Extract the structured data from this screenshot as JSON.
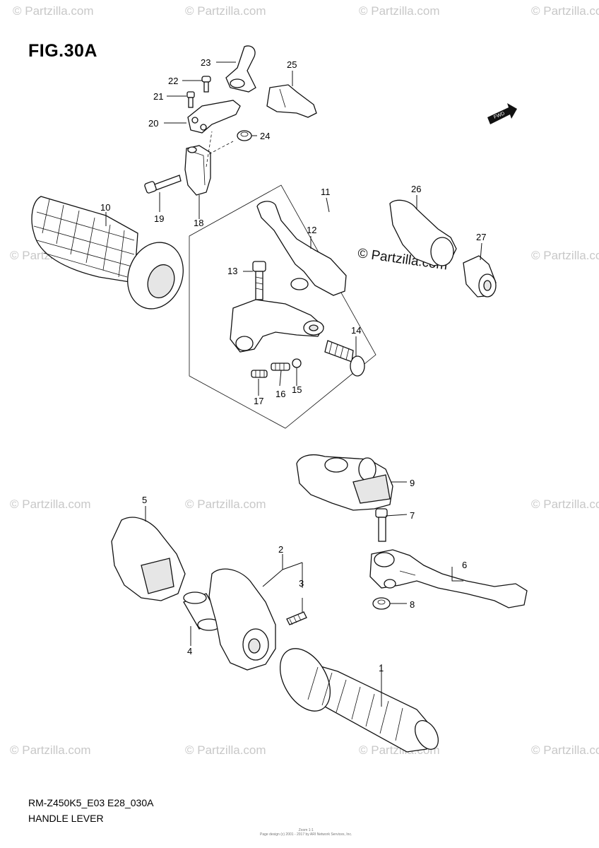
{
  "figure": {
    "title": "FIG.30A",
    "model_code": "RM-Z450K5_E03 E28_030A",
    "caption": "HANDLE LEVER",
    "copyright": "© Partzilla.com",
    "watermark": "© Partzilla.com",
    "fwd_label": "FWD",
    "fine_print": [
      "Zoom 1:1",
      "Page design (c) 2001 - 2017 by ARI Network Services, Inc."
    ]
  },
  "callouts": [
    "1",
    "2",
    "3",
    "4",
    "5",
    "6",
    "7",
    "8",
    "9",
    "10",
    "11",
    "12",
    "13",
    "14",
    "15",
    "16",
    "17",
    "18",
    "19",
    "20",
    "21",
    "22",
    "23",
    "24",
    "25",
    "26",
    "27"
  ]
}
